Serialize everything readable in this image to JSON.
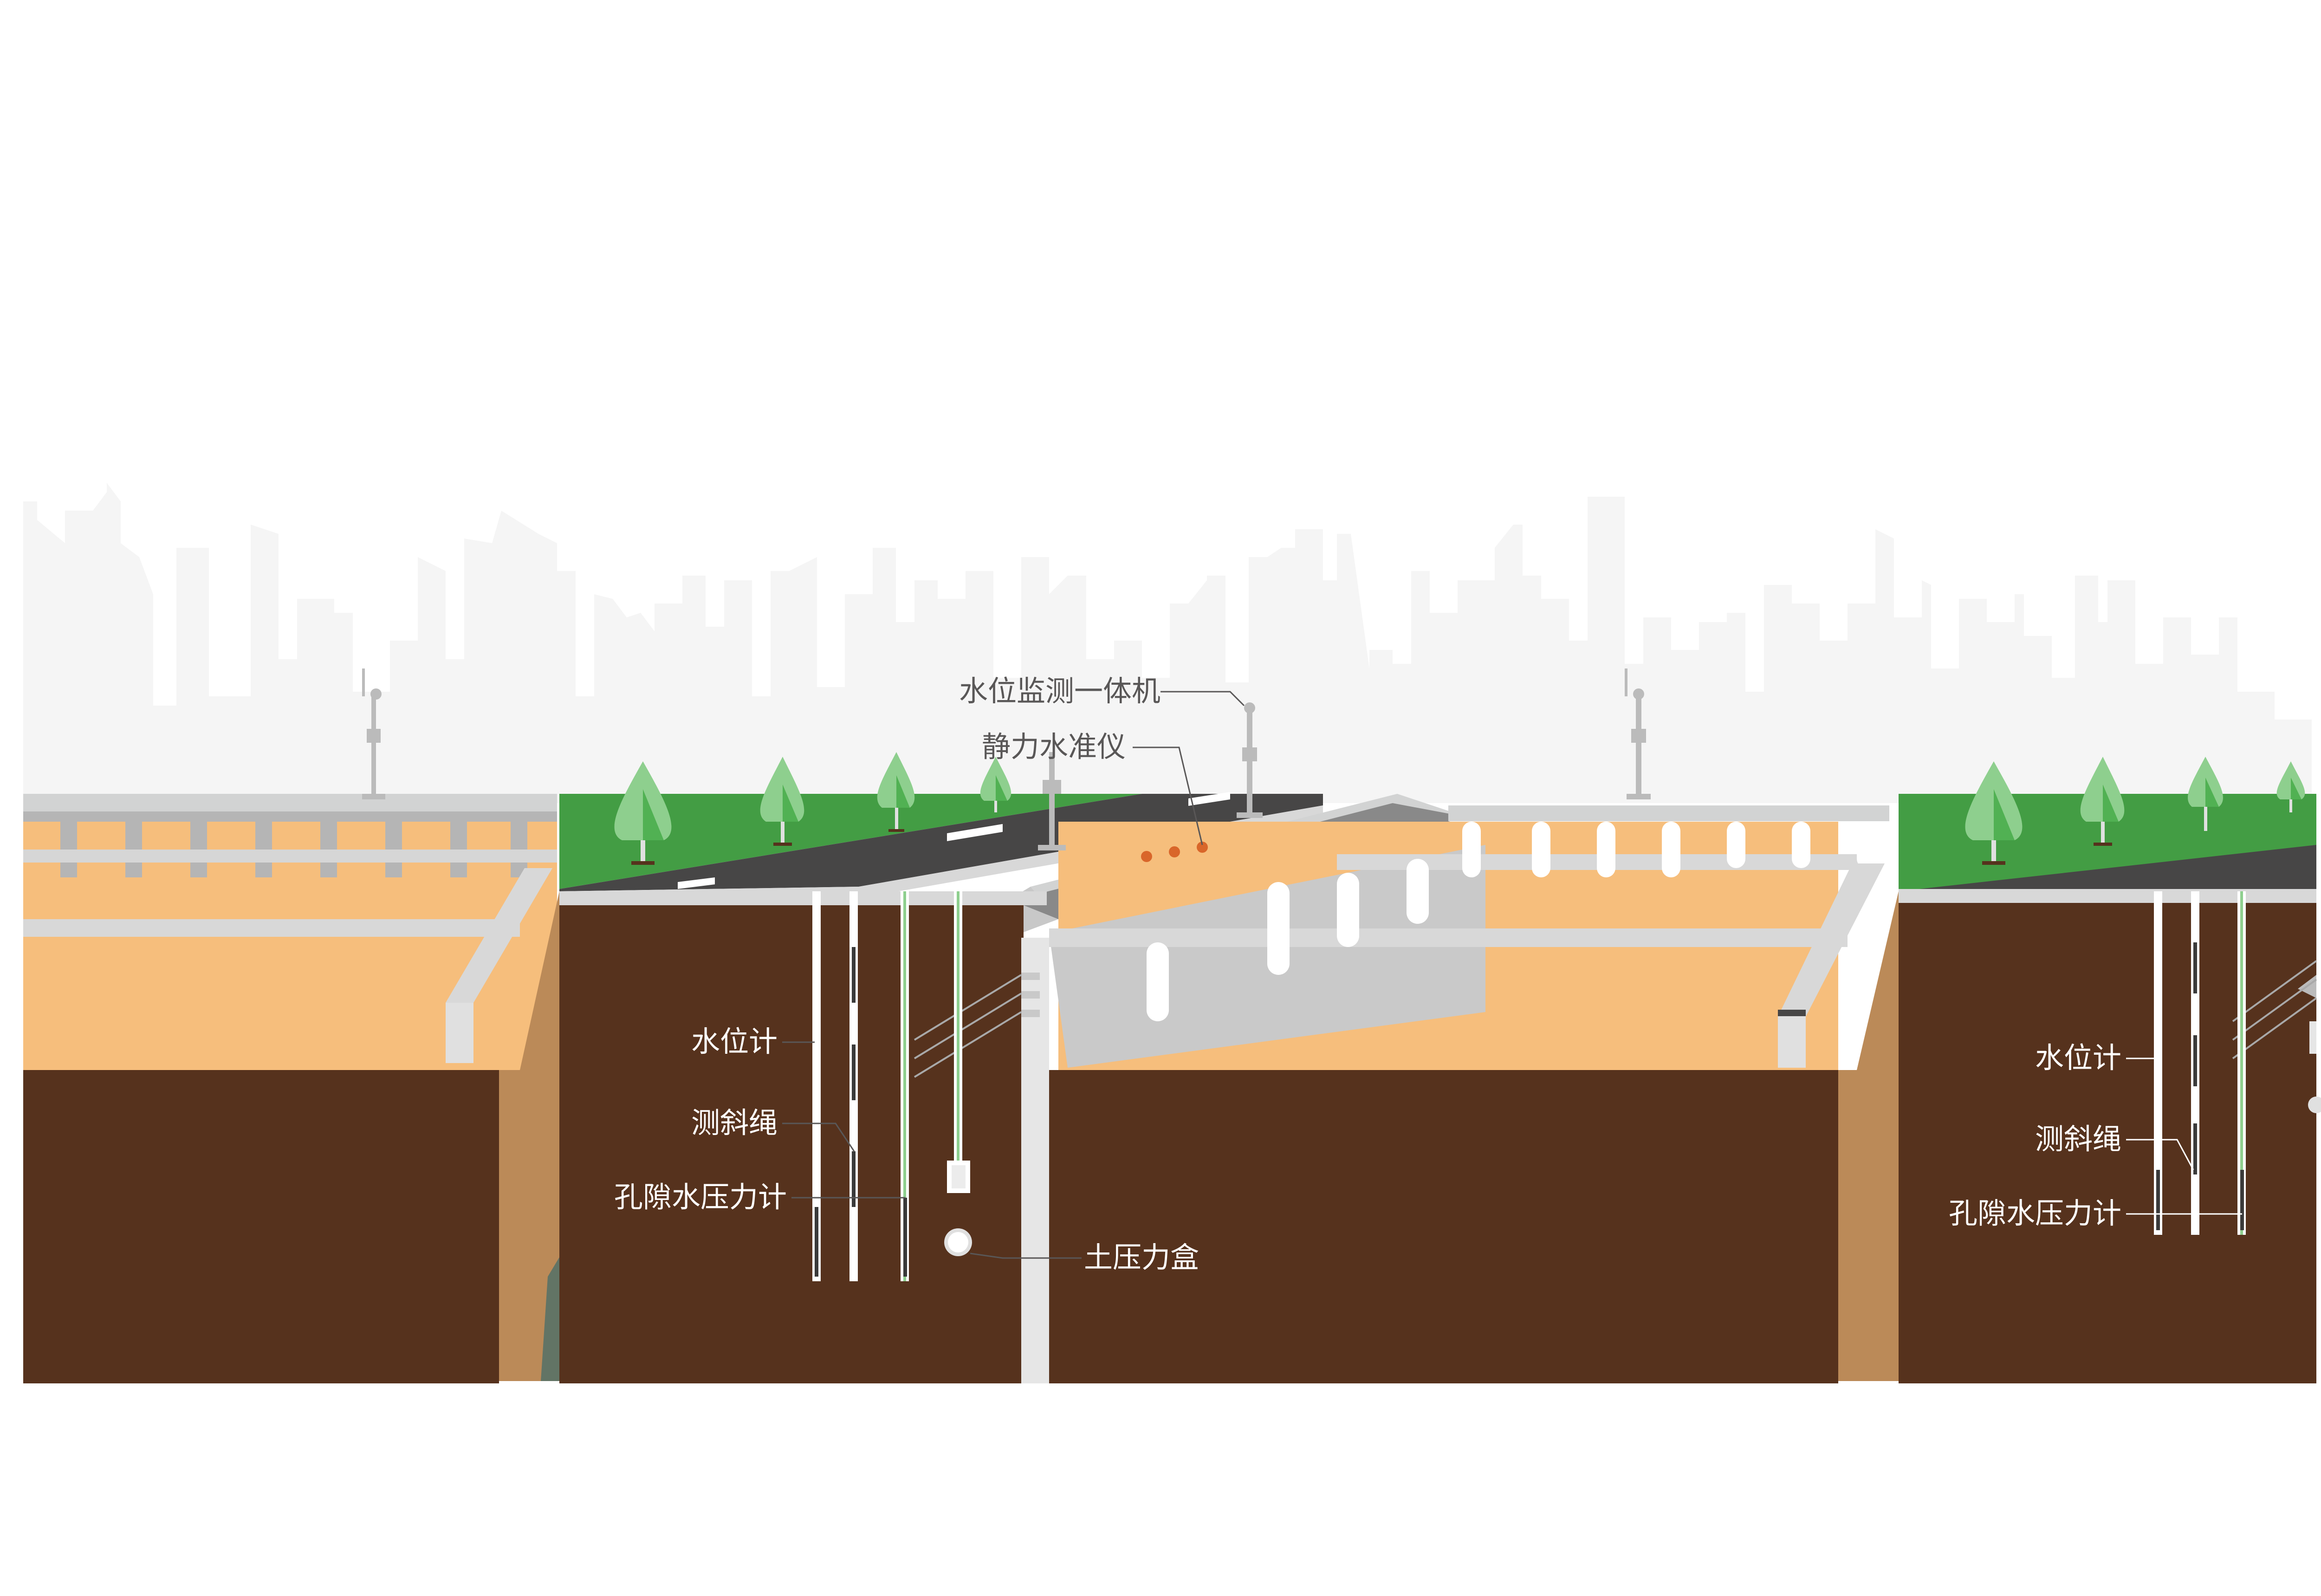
{
  "labels": {
    "water_monitor_station": "水位监测一体机",
    "static_level": "静力水准仪",
    "water_gauge": "水位计",
    "inclinometer": "测斜绳",
    "pore_pressure": "孔隙水压力计",
    "earth_pressure": "土压力盒",
    "water_gauge_right": "水位计",
    "inclinometer_right": "测斜绳",
    "pore_pressure_right": "孔隙水压力计"
  },
  "colors": {
    "skyline": "#f4f4f4",
    "sand": "#f6be7c",
    "deep_soil": "#56321d",
    "slope": "#bb8a58",
    "grass": "#439d44",
    "road": "#474646",
    "road_marking": "#ffffff",
    "concrete": "#d2d3d3",
    "concrete_dark": "#898989",
    "tree_light": "#8ecf8e",
    "tree_dark": "#51b153",
    "sensor_orange": "#d9662a",
    "label_dark": "#595757",
    "label_light": "#ffffff"
  },
  "icons": [
    "tree-icon",
    "antenna-icon",
    "sensor-ball-icon"
  ]
}
